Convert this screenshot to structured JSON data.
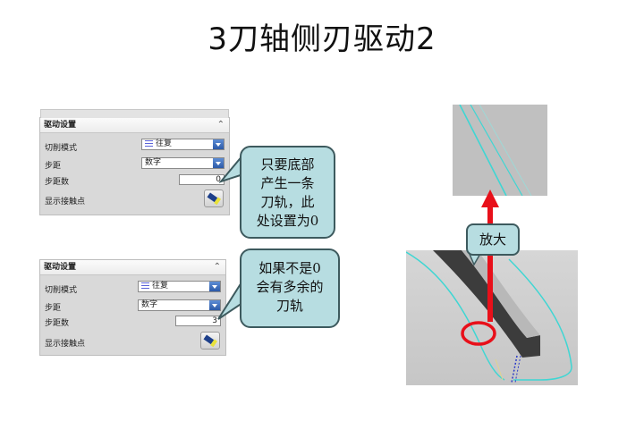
{
  "slide": {
    "title": "3刀轴侧刃驱动2"
  },
  "panel_top": {
    "header": "驱动设置",
    "collapse_icon": "chevron-up-icon",
    "fields": [
      {
        "label": "切削模式",
        "type": "select",
        "value": "往复",
        "icon": "zigzag-lines-icon"
      },
      {
        "label": "步距",
        "type": "select",
        "value": "数字"
      },
      {
        "label": "步距数",
        "type": "number",
        "value": "0"
      },
      {
        "label": "显示接触点",
        "type": "button",
        "icon": "flashlight-icon"
      }
    ]
  },
  "panel_bottom": {
    "header": "驱动设置",
    "collapse_icon": "chevron-up-icon",
    "fields": [
      {
        "label": "切削模式",
        "type": "select",
        "value": "往复",
        "icon": "zigzag-lines-icon"
      },
      {
        "label": "步距",
        "type": "select",
        "value": "数字"
      },
      {
        "label": "步距数",
        "type": "number",
        "value": "3"
      },
      {
        "label": "显示接触点",
        "type": "button",
        "icon": "flashlight-icon"
      }
    ]
  },
  "callouts": {
    "top": {
      "lines": [
        "只要底部",
        "产生一条",
        "刀轨，此",
        "处设置为0"
      ]
    },
    "bottom": {
      "lines": [
        "如果不是0",
        "会有多余的",
        "刀轨"
      ]
    },
    "magnify": {
      "text": "放大"
    }
  },
  "colors": {
    "callout_fill": "#b7dde1",
    "callout_border": "#3d5a5e",
    "arrow_red": "#e8101a",
    "toolpath_cyan": "#3fd6d3",
    "image_gray": "#c0c0c0"
  }
}
